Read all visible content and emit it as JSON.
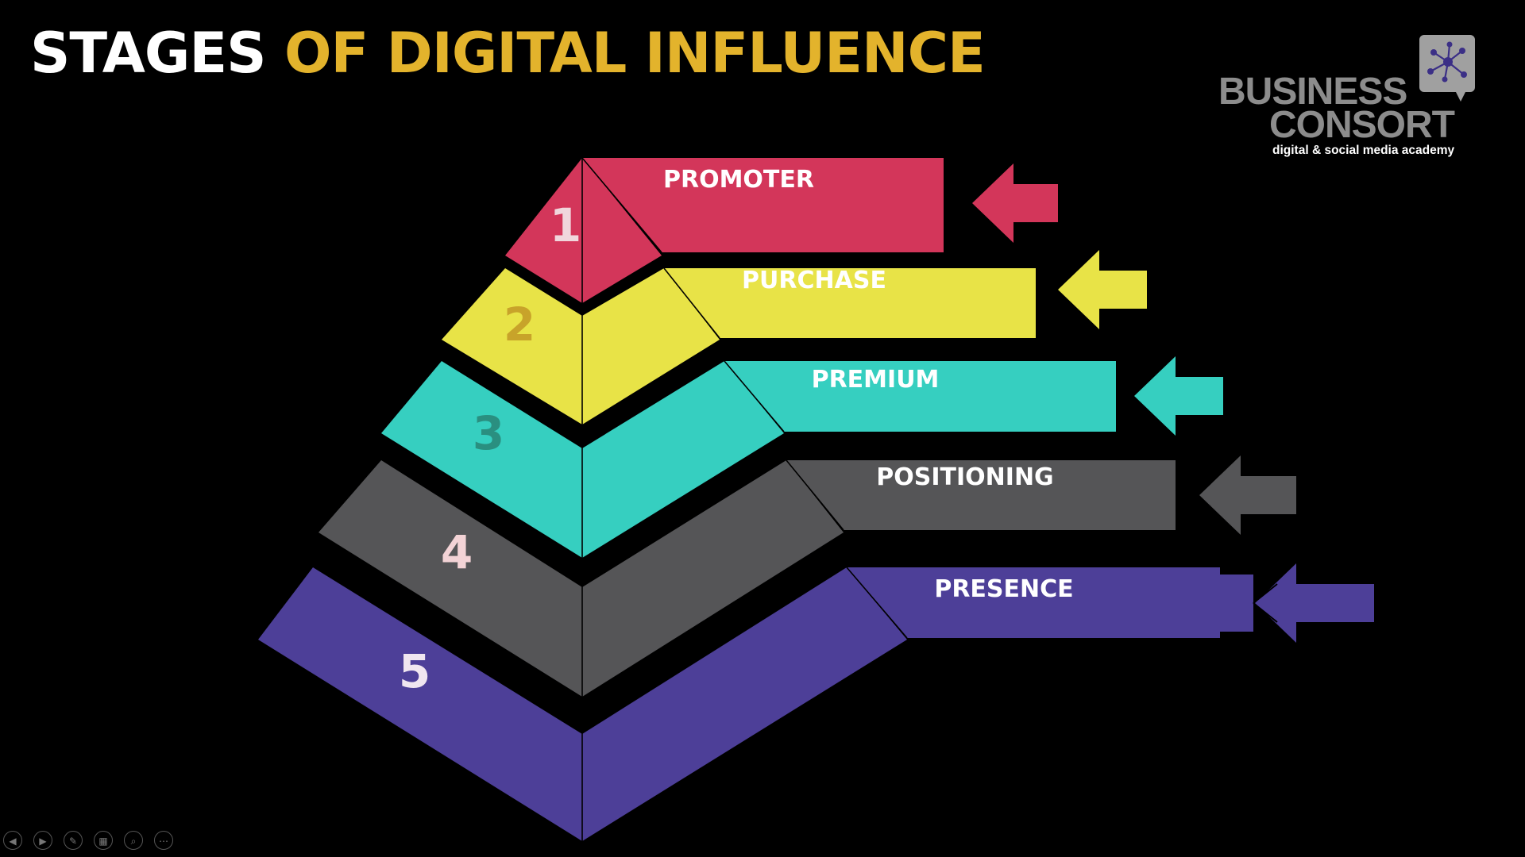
{
  "slide": {
    "title_part1": "STAGES ",
    "title_part2": "OF DIGITAL INFLUENCE",
    "title_colors": {
      "white": "#ffffff",
      "gold": "#e3b32c"
    }
  },
  "logo": {
    "line1": "BUSINESS",
    "line2": "CONSORT",
    "tagline": "digital & social media academy",
    "icon": "network-speech-bubble-icon"
  },
  "stages": [
    {
      "number": "1",
      "label": "PROMOTER",
      "color": "#d3365a",
      "number_color": "#f0d6dc"
    },
    {
      "number": "2",
      "label": "PURCHASE",
      "color": "#e8e347",
      "number_color": "#c8a32a"
    },
    {
      "number": "3",
      "label": "PREMIUM",
      "color": "#36cfc0",
      "number_color": "#2a8f80"
    },
    {
      "number": "4",
      "label": "POSITIONING",
      "color": "#555557",
      "number_color": "#f3d3d6"
    },
    {
      "number": "5",
      "label": "PRESENCE",
      "color": "#4d3f98",
      "number_color": "#f0e6f0"
    }
  ],
  "controls": [
    {
      "name": "previous-slide-button",
      "icon": "arrow-left-icon",
      "glyph": "◀"
    },
    {
      "name": "next-slide-button",
      "icon": "arrow-right-icon",
      "glyph": "▶"
    },
    {
      "name": "pen-tool-button",
      "icon": "pen-icon",
      "glyph": "✎"
    },
    {
      "name": "see-all-slides-button",
      "icon": "grid-icon",
      "glyph": "▦"
    },
    {
      "name": "zoom-button",
      "icon": "magnifier-icon",
      "glyph": "⌕"
    },
    {
      "name": "more-options-button",
      "icon": "more-icon",
      "glyph": "⋯"
    }
  ]
}
